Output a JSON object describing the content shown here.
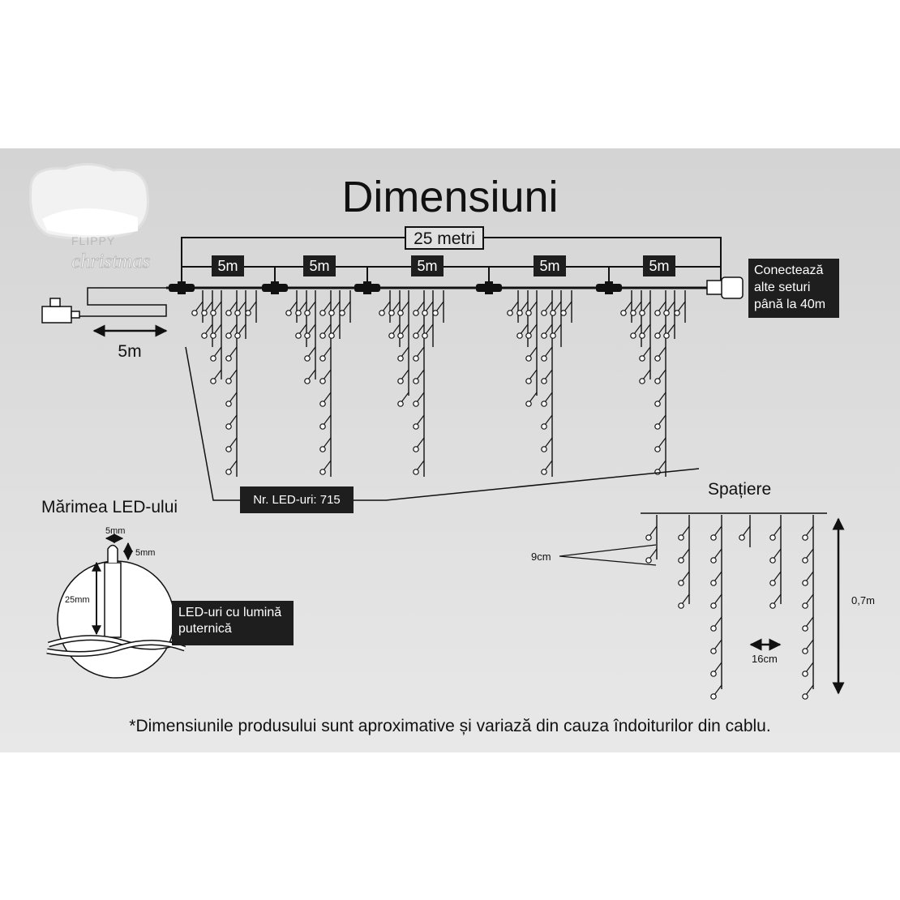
{
  "title": "Dimensiuni",
  "brand": {
    "line1": "FLIPPY",
    "line2": "christmas"
  },
  "total_length": "25 metri",
  "segments": [
    "5m",
    "5m",
    "5m",
    "5m",
    "5m"
  ],
  "lead_cable": "5m",
  "connect_note": [
    "Conectează",
    "alte seturi",
    "până la 40m"
  ],
  "led_count": "Nr. LED-uri: 715",
  "led_size": {
    "heading": "Mărimea LED-ului",
    "width": "5mm",
    "cap": "5mm",
    "height": "25mm",
    "note": [
      "LED-uri cu lumină",
      "puternică"
    ]
  },
  "spacing": {
    "heading": "Spațiere",
    "vertical": "9cm",
    "horizontal": "16cm",
    "drop": "0,7m"
  },
  "footnote": "*Dimensiunile produsului sunt aproximative și variază din cauza îndoiturilor din cablu.",
  "colors": {
    "panel": "#dcdcdc",
    "dark": "#1e1e1e",
    "text": "#111111"
  }
}
